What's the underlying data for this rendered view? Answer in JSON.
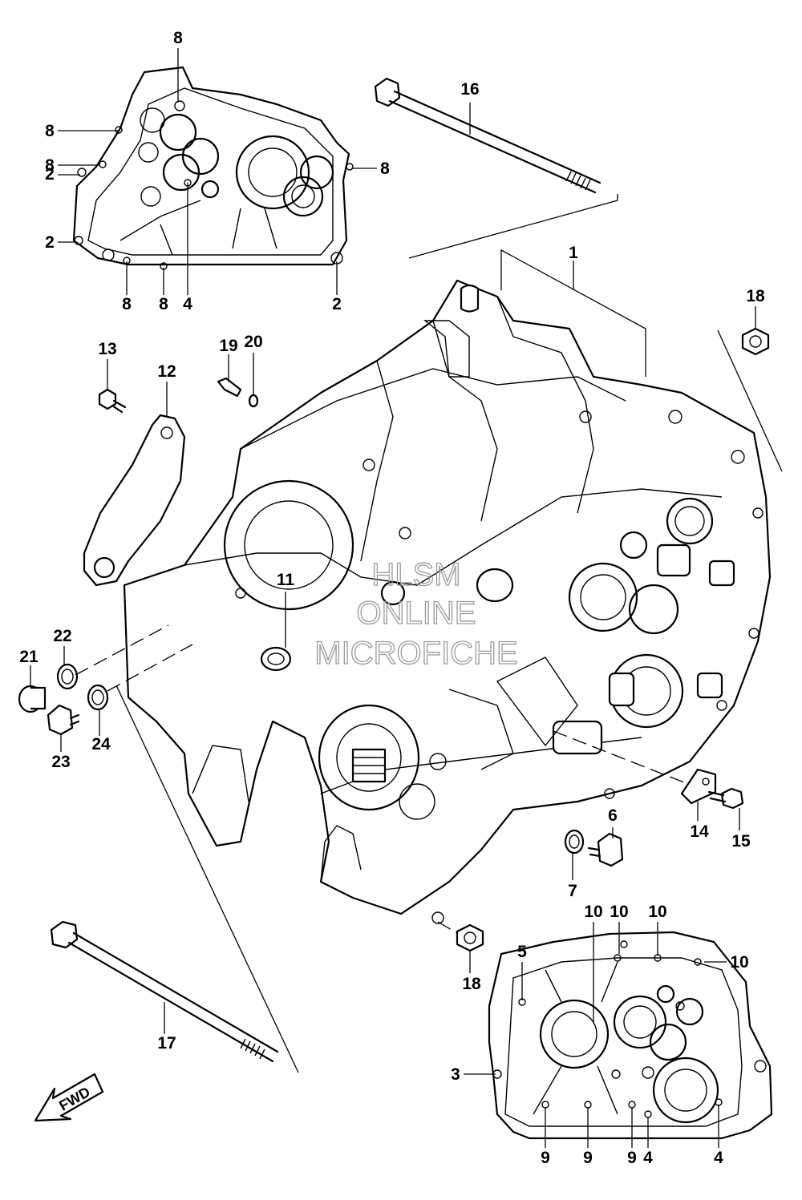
{
  "watermark": {
    "lines": [
      "HLSM",
      "ONLINE",
      "MICROFICHE"
    ]
  },
  "direction_arrow": {
    "label": "FWD",
    "icon": "fwd-arrow-icon"
  },
  "callouts": [
    {
      "id": "c1",
      "label": "1"
    },
    {
      "id": "c2a",
      "label": "2"
    },
    {
      "id": "c2b",
      "label": "2"
    },
    {
      "id": "c2c",
      "label": "2"
    },
    {
      "id": "c3",
      "label": "3"
    },
    {
      "id": "c4a",
      "label": "4"
    },
    {
      "id": "c4b",
      "label": "4"
    },
    {
      "id": "c4c",
      "label": "4"
    },
    {
      "id": "c5",
      "label": "5"
    },
    {
      "id": "c6",
      "label": "6"
    },
    {
      "id": "c7",
      "label": "7"
    },
    {
      "id": "c8a",
      "label": "8"
    },
    {
      "id": "c8b",
      "label": "8"
    },
    {
      "id": "c8c",
      "label": "8"
    },
    {
      "id": "c8d",
      "label": "8"
    },
    {
      "id": "c8e",
      "label": "8"
    },
    {
      "id": "c8f",
      "label": "8"
    },
    {
      "id": "c9a",
      "label": "9"
    },
    {
      "id": "c9b",
      "label": "9"
    },
    {
      "id": "c9c",
      "label": "9"
    },
    {
      "id": "c10a",
      "label": "10"
    },
    {
      "id": "c10b",
      "label": "10"
    },
    {
      "id": "c10c",
      "label": "10"
    },
    {
      "id": "c10d",
      "label": "10"
    },
    {
      "id": "c11",
      "label": "11"
    },
    {
      "id": "c12",
      "label": "12"
    },
    {
      "id": "c13",
      "label": "13"
    },
    {
      "id": "c14",
      "label": "14"
    },
    {
      "id": "c15",
      "label": "15"
    },
    {
      "id": "c16",
      "label": "16"
    },
    {
      "id": "c17",
      "label": "17"
    },
    {
      "id": "c18a",
      "label": "18"
    },
    {
      "id": "c18b",
      "label": "18"
    },
    {
      "id": "c19",
      "label": "19"
    },
    {
      "id": "c20",
      "label": "20"
    },
    {
      "id": "c21",
      "label": "21"
    },
    {
      "id": "c22",
      "label": "22"
    },
    {
      "id": "c23",
      "label": "23"
    },
    {
      "id": "c24",
      "label": "24"
    }
  ]
}
